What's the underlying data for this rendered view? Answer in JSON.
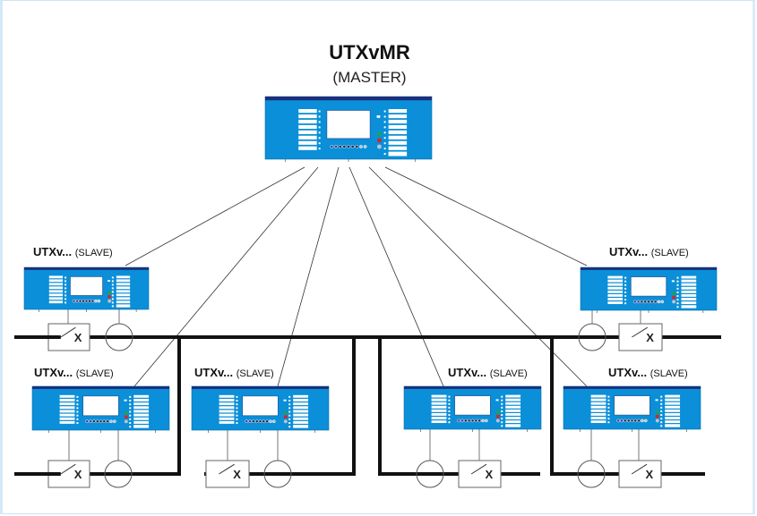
{
  "master": {
    "title": "UTXvMR",
    "subtitle": "(MASTER)"
  },
  "slaves": [
    {
      "id": "top-left",
      "name": "UTXv...",
      "role": "(SLAVE)"
    },
    {
      "id": "top-right",
      "name": "UTXv...",
      "role": "(SLAVE)"
    },
    {
      "id": "bottom-1",
      "name": "UTXv...",
      "role": "(SLAVE)"
    },
    {
      "id": "bottom-2",
      "name": "UTXv...",
      "role": "(SLAVE)"
    },
    {
      "id": "bottom-3",
      "name": "UTXv...",
      "role": "(SLAVE)"
    },
    {
      "id": "bottom-4",
      "name": "UTXv...",
      "role": "(SLAVE)"
    }
  ],
  "breaker_mark": "X",
  "colors": {
    "device_body": "#0a8fd8",
    "device_header": "#1b2f7a",
    "bus_line": "#111111",
    "link_line": "#333333",
    "led_green": "#1aa64a",
    "led_red": "#d9252a"
  }
}
